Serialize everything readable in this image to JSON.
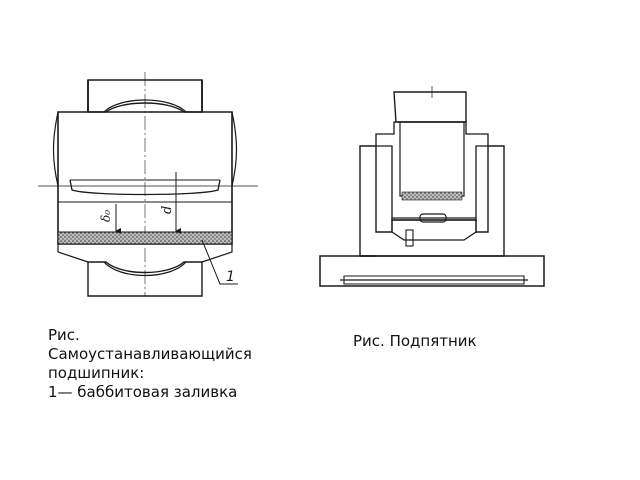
{
  "figure_left": {
    "label_part": "1",
    "label_delta": "δ₀",
    "label_d": "d",
    "caption_lines": [
      "Рис.",
      "Самоустанавливающийся",
      "подшипник:",
      "1— баббитовая заливка"
    ]
  },
  "figure_right": {
    "caption": "Рис. Подпятник"
  },
  "colors": {
    "ink": "#1a1a1a",
    "babbitt": "#8a8a8a",
    "background": "#ffffff"
  }
}
